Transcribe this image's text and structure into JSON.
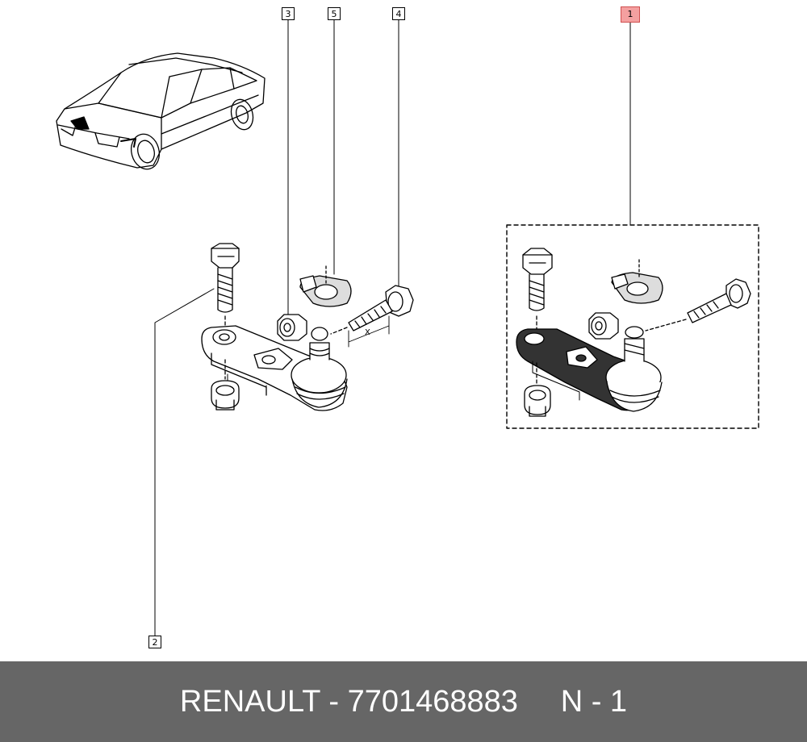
{
  "callouts": {
    "c1": "1",
    "c2": "2",
    "c3": "3",
    "c4": "4",
    "c5": "5"
  },
  "dimension_label": "X",
  "footer": {
    "brand": "RENAULT",
    "part_number": "7701468883",
    "ref": "N - 1"
  },
  "colors": {
    "footer_bg": "#666666",
    "highlight": "#f4a0a0"
  }
}
